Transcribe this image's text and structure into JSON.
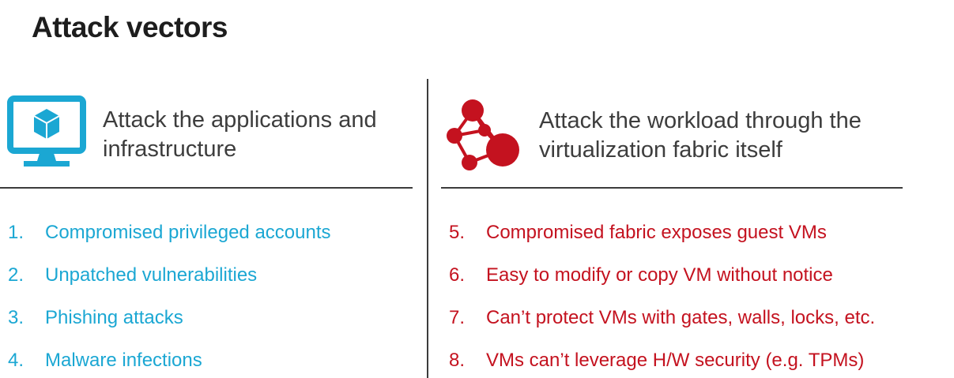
{
  "title": "Attack vectors",
  "colors": {
    "cyan_accent": "#1BA7D3",
    "red_accent": "#C4121F",
    "heading_gray": "#3d3d3d",
    "title_dark": "#1d1d1d"
  },
  "left": {
    "icon": "monitor-cube-icon",
    "heading": "Attack the applications and infrastructure",
    "items": [
      {
        "num": "1.",
        "text": "Compromised privileged accounts"
      },
      {
        "num": "2.",
        "text": "Unpatched vulnerabilities"
      },
      {
        "num": "3.",
        "text": "Phishing attacks"
      },
      {
        "num": "4.",
        "text": "Malware infections"
      }
    ]
  },
  "right": {
    "icon": "network-nodes-icon",
    "heading": "Attack the workload through the virtualization fabric itself",
    "items": [
      {
        "num": "5.",
        "text": "Compromised fabric exposes guest VMs"
      },
      {
        "num": "6.",
        "text": "Easy to modify or copy VM without notice"
      },
      {
        "num": "7.",
        "text": "Can’t protect VMs with gates, walls, locks, etc."
      },
      {
        "num": "8.",
        "text": "VMs can’t leverage H/W security (e.g. TPMs)"
      }
    ]
  }
}
